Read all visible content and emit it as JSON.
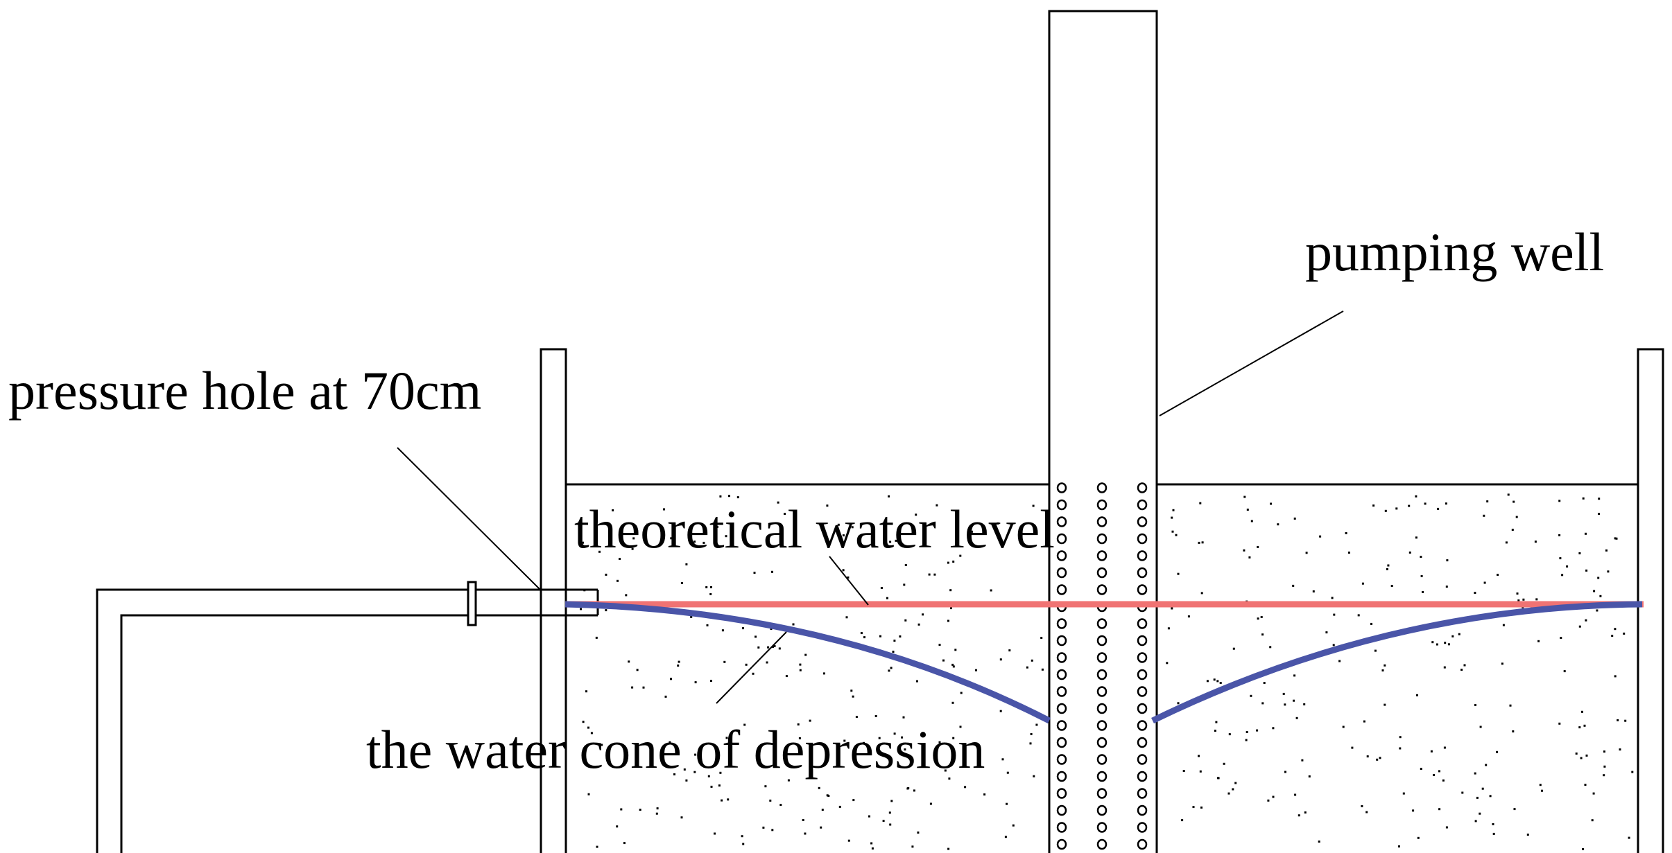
{
  "labels": {
    "pumping_well": "pumping well",
    "pressure_hole": "pressure hole at 70cm",
    "theoretical_level": "theoretical water level",
    "cone_of_depression": "the water cone of depression"
  },
  "colors": {
    "outline": "#000000",
    "theoretical_line": "#f07373",
    "cone_line": "#4a55a8",
    "background": "#ffffff"
  }
}
